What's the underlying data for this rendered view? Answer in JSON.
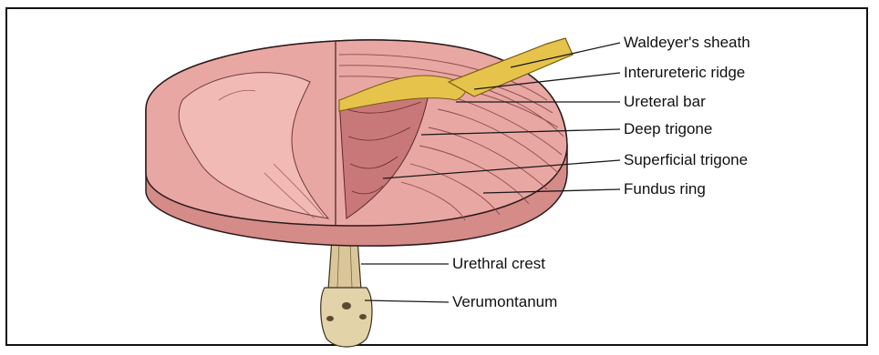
{
  "figure": {
    "labels": [
      {
        "id": "waldeyer",
        "text": "Waldeyer's sheath"
      },
      {
        "id": "interureteric",
        "text": "Interureteric ridge"
      },
      {
        "id": "ureteral-bar",
        "text": "Ureteral bar"
      },
      {
        "id": "deep-trigone",
        "text": "Deep trigone"
      },
      {
        "id": "superficial-trigone",
        "text": "Superficial trigone"
      },
      {
        "id": "fundus-ring",
        "text": "Fundus ring"
      },
      {
        "id": "urethral-crest",
        "text": "Urethral crest"
      },
      {
        "id": "verumontanum",
        "text": "Verumontanum"
      }
    ],
    "colors": {
      "mucosa": "#e9a7a3",
      "mucosa_dark": "#c9787a",
      "muscle_rim": "#d58b88",
      "ureter_yellow": "#e6c44c",
      "crest": "#d9c79a",
      "line": "#1a1a1a"
    }
  }
}
